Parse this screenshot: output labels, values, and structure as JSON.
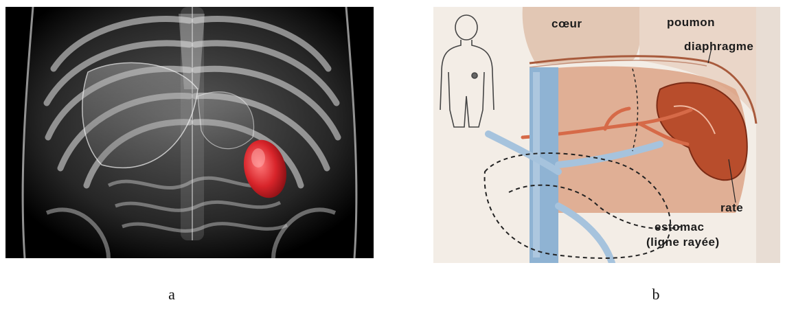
{
  "figure": {
    "panel_a": {
      "caption": "a"
    },
    "panel_b": {
      "caption": "b",
      "labels": {
        "coeur": "cœur",
        "poumon": "poumon",
        "diaphragme": "diaphragme",
        "rate": "rate",
        "estomac": "estomac",
        "ligne": "(ligne rayée)"
      }
    }
  },
  "colors": {
    "spleen_red": "#d8242a",
    "vessel_blue": "#8fb3d3",
    "organ_tissue": "#c8744e",
    "lung_beige": "#e2c7b4",
    "background_black": "#000000"
  },
  "icons": {
    "panel_a": [
      "ribcage-xray",
      "spleen-highlight"
    ],
    "panel_b": [
      "body-outline-icon",
      "heart-lung-region",
      "spleen-illustration",
      "blood-vessel"
    ]
  }
}
